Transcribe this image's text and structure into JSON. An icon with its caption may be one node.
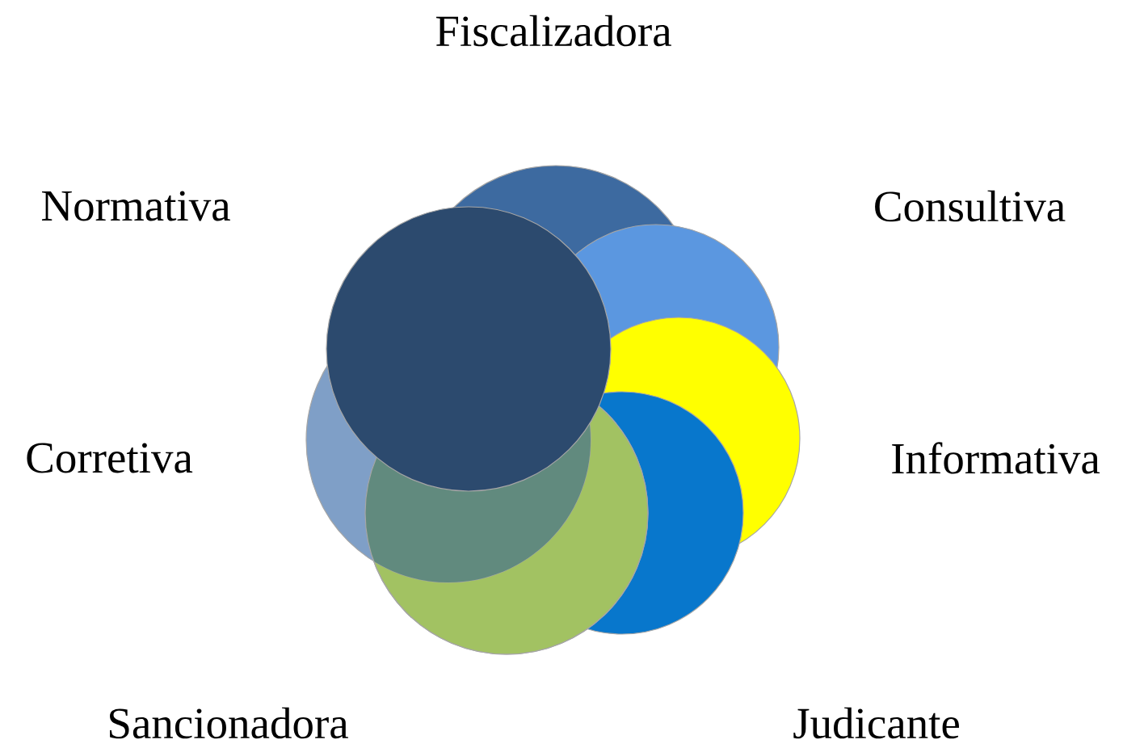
{
  "diagram": {
    "labels": [
      "Fiscalizadora",
      "Normativa",
      "Consultiva",
      "Corretiva",
      "Informativa",
      "Sancionadora",
      "Judicante"
    ]
  }
}
